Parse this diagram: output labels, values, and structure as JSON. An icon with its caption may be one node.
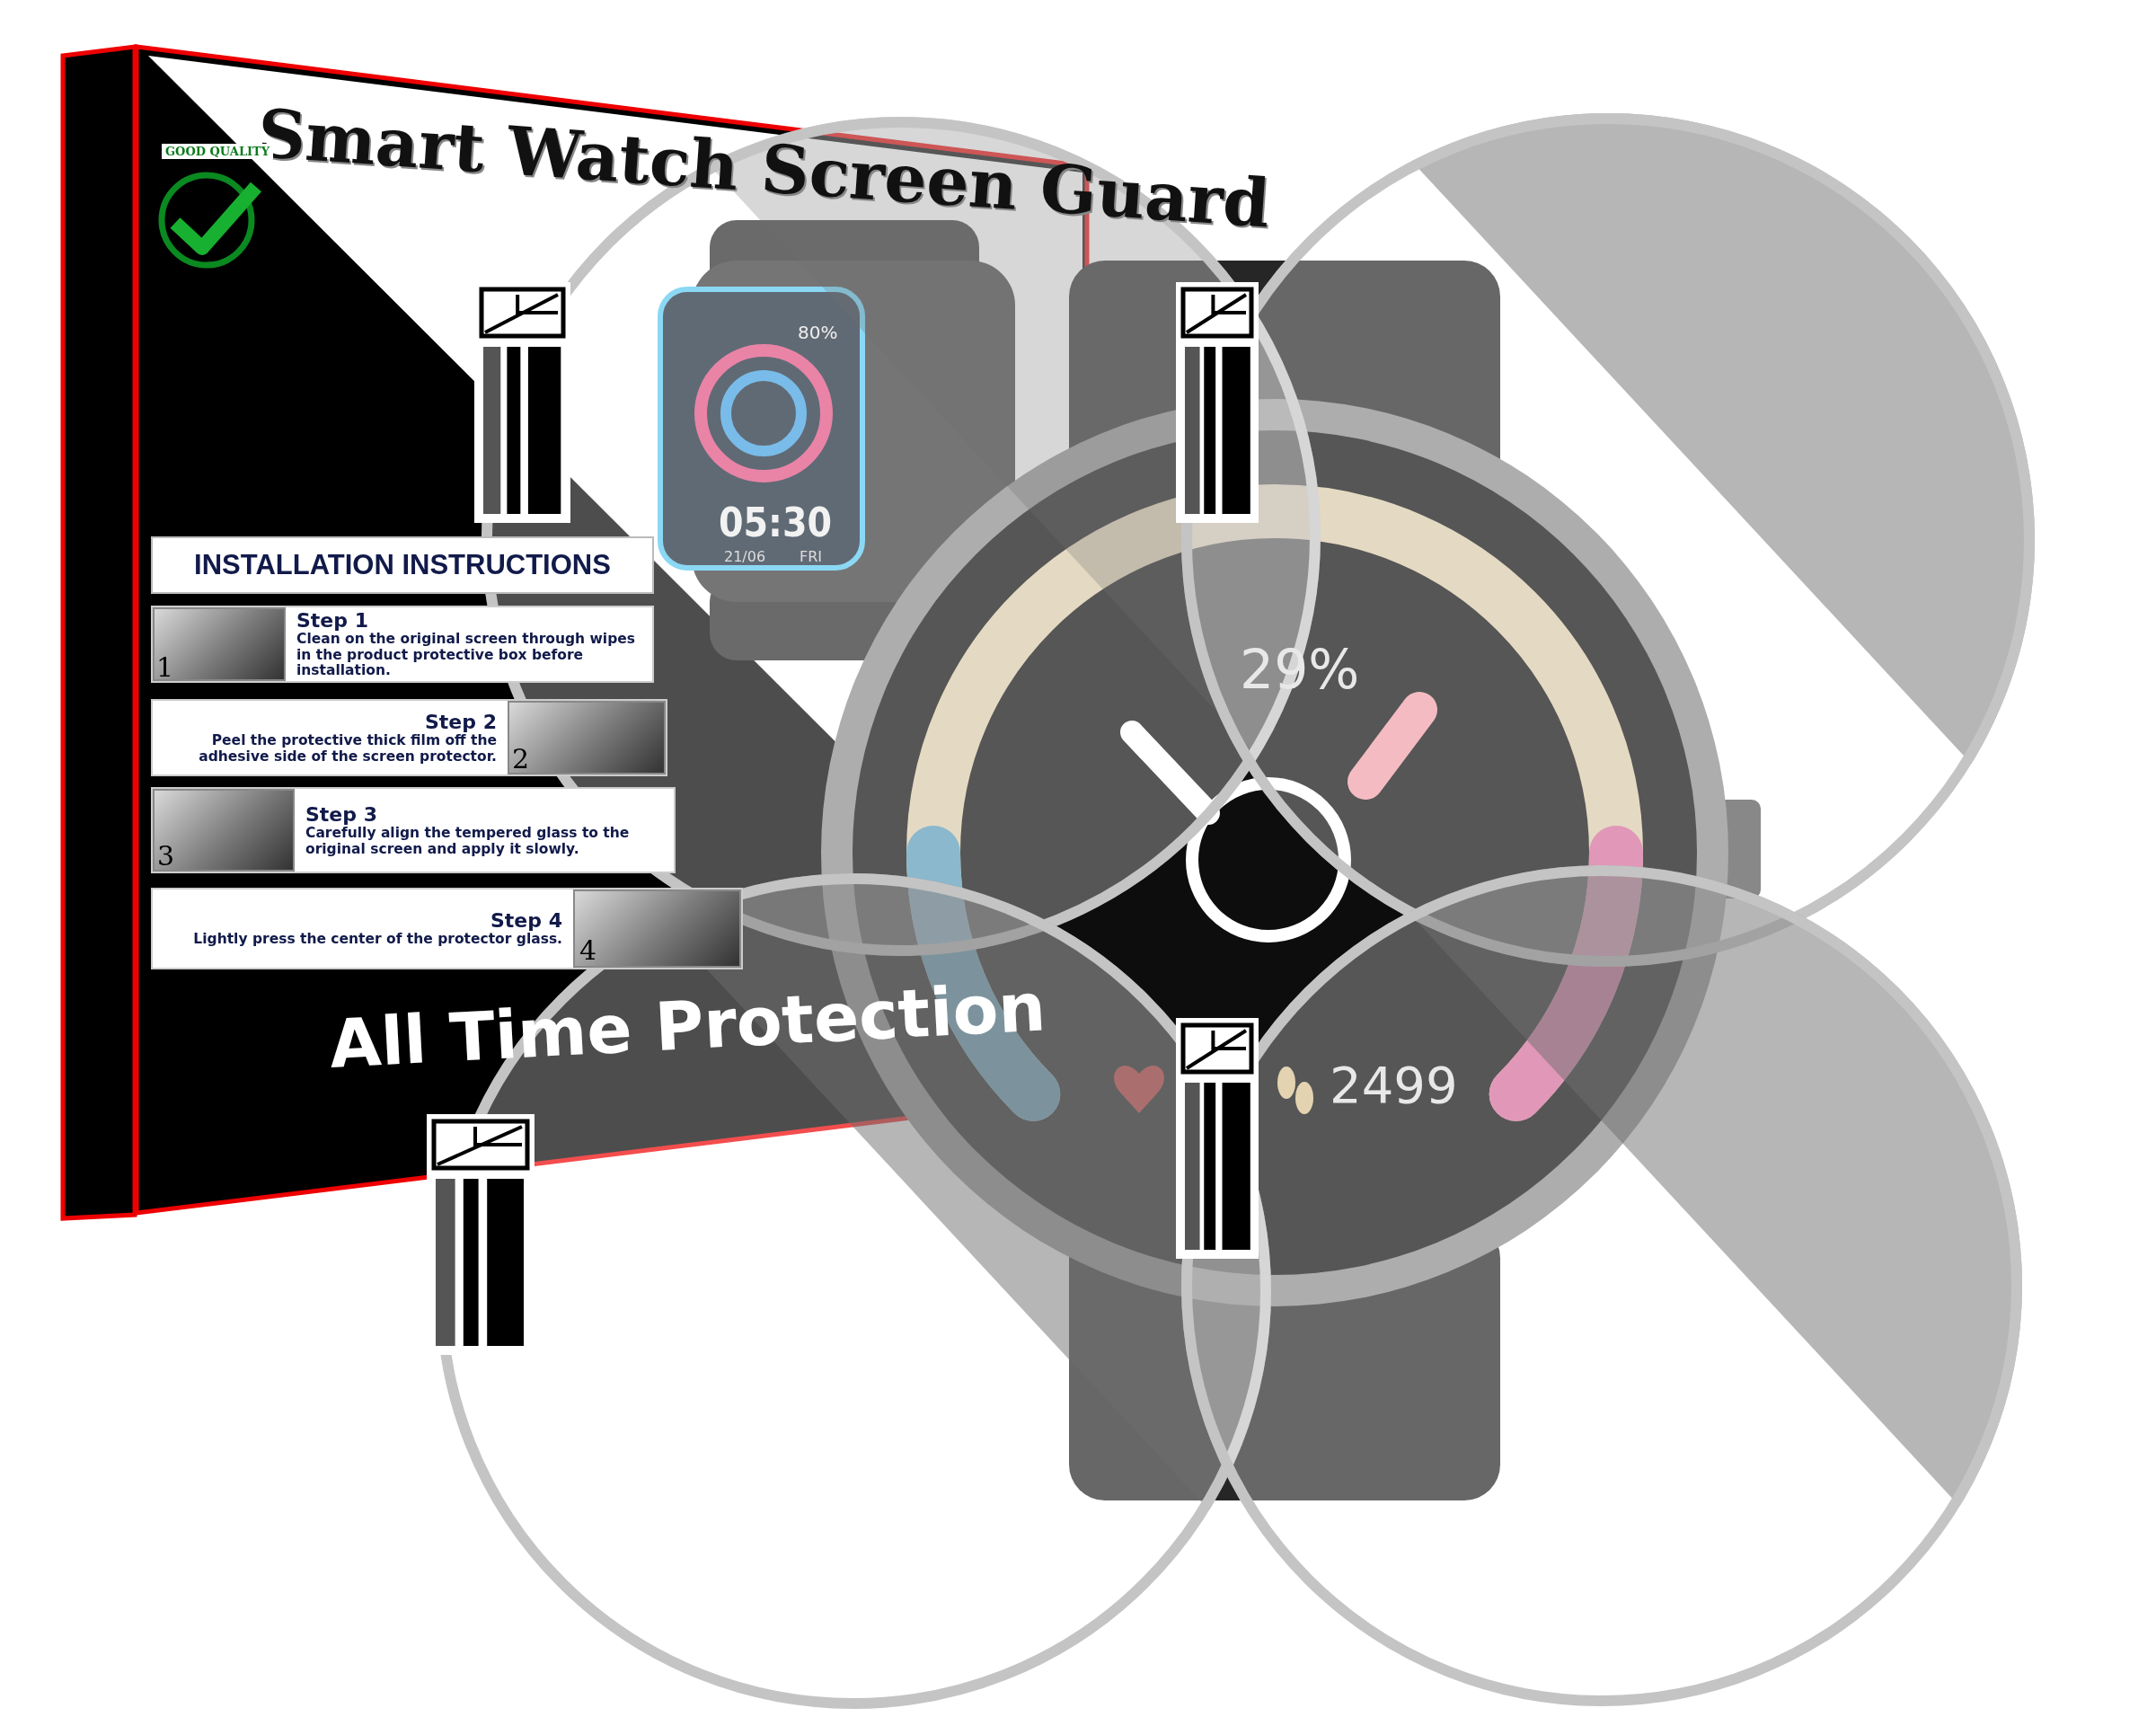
{
  "diagram": {
    "title": "Smart Watch Screen Guard",
    "nodes": [
      {
        "text": [
          "INSTALLATION INSTRUCTIONS"
        ]
      },
      {
        "text": [
          "Step 1",
          "Clean on the original screen through wipes in the product protective box before installation."
        ]
      },
      {
        "text": [
          "Step 2",
          "Peel the protective thick film off the adhesive side of the screen protector."
        ]
      },
      {
        "text": [
          "Step 3",
          "Carefully align the tempered glass to the original screen and apply it slowly."
        ]
      },
      {
        "text": [
          "Step 4",
          "Lightly press the center of the protector glass."
        ]
      }
    ],
    "labels": [
      "GOOD QUALITY",
      "1",
      "2",
      "3",
      "4",
      "All Time Protection",
      "80%",
      "05:30",
      "21/06",
      "FRI",
      "29%",
      "2499"
    ]
  }
}
